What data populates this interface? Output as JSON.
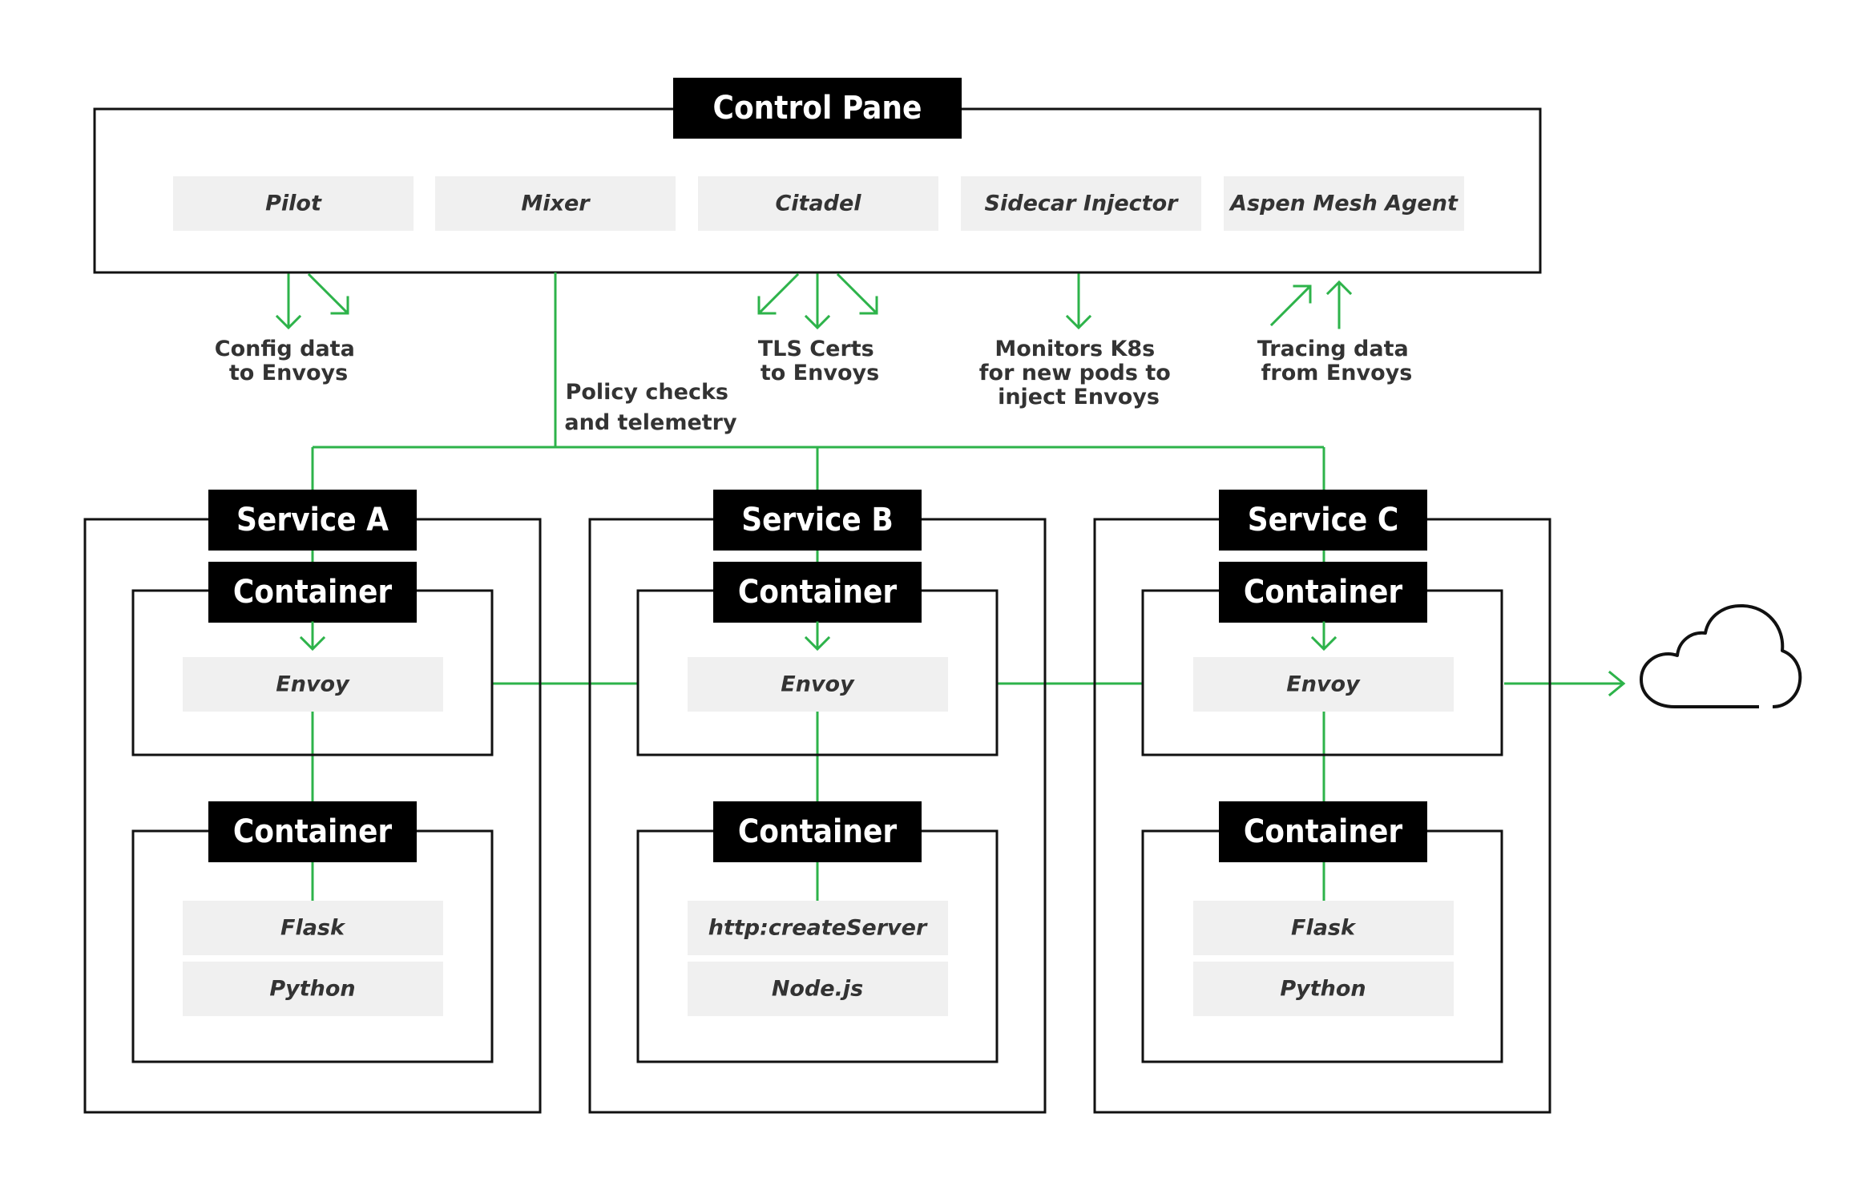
{
  "control_plane": {
    "title": "Control Pane",
    "components": [
      "Pilot",
      "Mixer",
      "Citadel",
      "Sidecar Injector",
      "Aspen Mesh Agent"
    ]
  },
  "flow_labels": {
    "config": [
      "Config data",
      "to Envoys"
    ],
    "policy": [
      "Policy checks",
      "and telemetry"
    ],
    "tls": [
      "TLS Certs",
      "to Envoys"
    ],
    "monitors": [
      "Monitors K8s",
      "for new pods to",
      "inject Envoys"
    ],
    "tracing": [
      "Tracing data",
      "from Envoys"
    ]
  },
  "services": [
    {
      "title": "Service A",
      "proxy_container": {
        "title": "Container",
        "items": [
          "Envoy"
        ]
      },
      "app_container": {
        "title": "Container",
        "items": [
          "Flask",
          "Python"
        ]
      }
    },
    {
      "title": "Service B",
      "proxy_container": {
        "title": "Container",
        "items": [
          "Envoy"
        ]
      },
      "app_container": {
        "title": "Container",
        "items": [
          "http:createServer",
          "Node.js"
        ]
      }
    },
    {
      "title": "Service C",
      "proxy_container": {
        "title": "Container",
        "items": [
          "Envoy"
        ]
      },
      "app_container": {
        "title": "Container",
        "items": [
          "Flask",
          "Python"
        ]
      }
    }
  ],
  "colors": {
    "connector": "#2db34a",
    "tag": "#000000",
    "component": "#f0f0f0",
    "outline": "#111111"
  },
  "icons": {
    "external": "cloud-icon"
  }
}
